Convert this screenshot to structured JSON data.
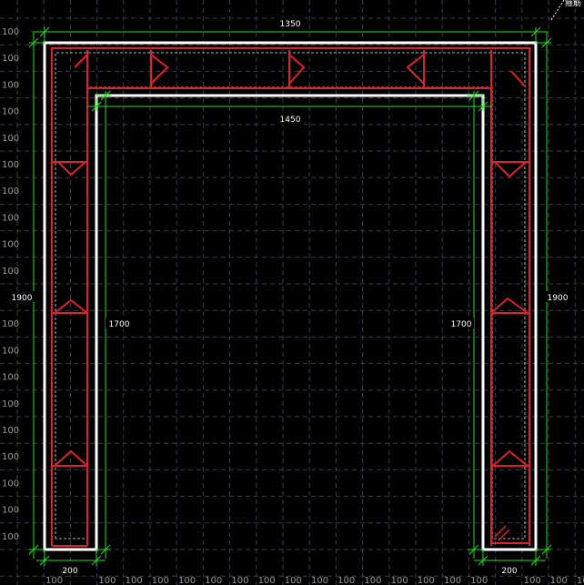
{
  "drawing": {
    "dimensions": {
      "top_outer": "1350",
      "top_inner": "1450",
      "left_outer": "1900",
      "left_inner": "1700",
      "right_inner": "1700",
      "right_outer": "1900",
      "bottom_left": "200",
      "bottom_right": "200"
    },
    "grid_label": "100",
    "corner_note": "箍筋"
  },
  "colors": {
    "background": "#000000",
    "grid": "#3a3f48",
    "outline": "#ffffff",
    "rebar": "#e0202a",
    "dimension": "#22dd22",
    "dashed": "#e6e6e6"
  }
}
